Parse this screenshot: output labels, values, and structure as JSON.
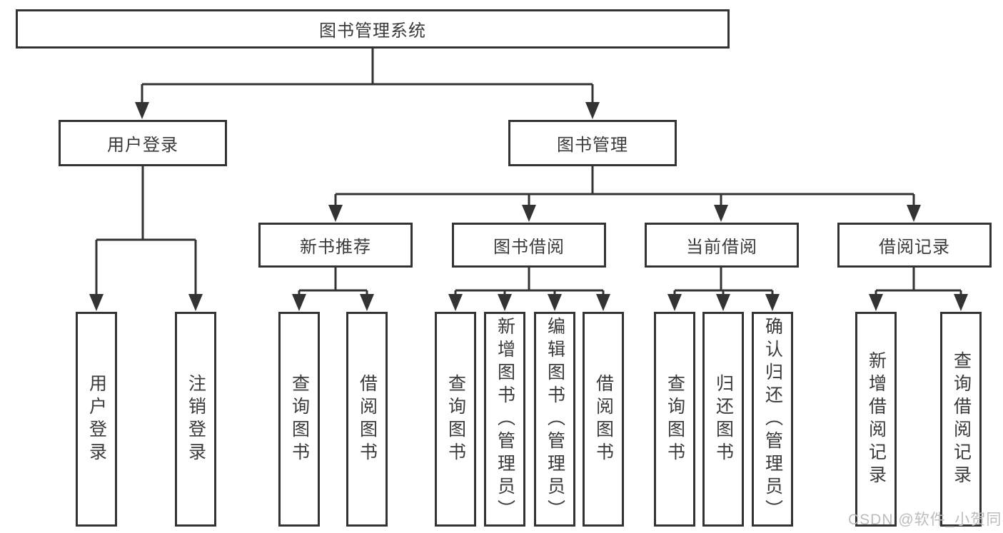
{
  "diagram": {
    "root": {
      "label": "图书管理系统"
    },
    "level1": [
      {
        "label": "用户登录"
      },
      {
        "label": "图书管理"
      }
    ],
    "level2": [
      {
        "label": "新书推荐"
      },
      {
        "label": "图书借阅"
      },
      {
        "label": "当前借阅"
      },
      {
        "label": "借阅记录"
      }
    ],
    "leaves": [
      {
        "label": "用户登录"
      },
      {
        "label": "注销登录"
      },
      {
        "label": "查询图书"
      },
      {
        "label": "借阅图书"
      },
      {
        "label": "查询图书"
      },
      {
        "label": "新增图书（管理员）"
      },
      {
        "label": "编辑图书（管理员）"
      },
      {
        "label": "借阅图书"
      },
      {
        "label": "查询图书"
      },
      {
        "label": "归还图书"
      },
      {
        "label": "确认归还（管理员）"
      },
      {
        "label": "新增借阅记录"
      },
      {
        "label": "查询借阅记录"
      }
    ],
    "watermark": "CSDN @软件_小贺同学",
    "colors": {
      "border": "#333333",
      "line": "#333333",
      "text": "#3a3a3a",
      "watermark": "#bcbcbc",
      "background": "#ffffff"
    }
  }
}
